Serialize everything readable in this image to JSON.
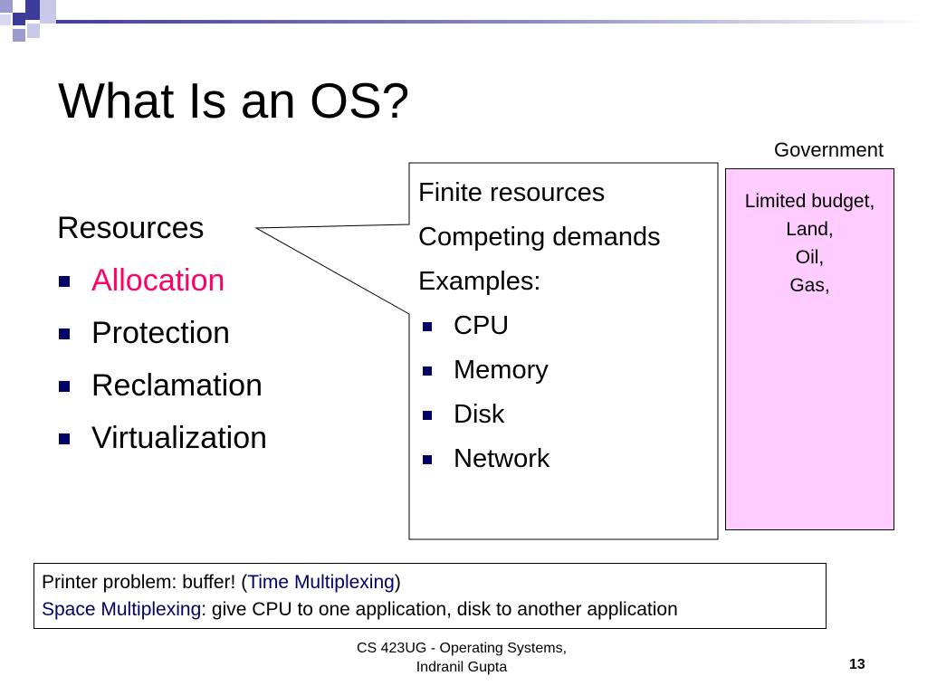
{
  "slide": {
    "title": "What Is an OS?",
    "left": {
      "heading": "Resources",
      "items": [
        {
          "label": "Allocation"
        },
        {
          "label": "Protection"
        },
        {
          "label": "Reclamation"
        },
        {
          "label": "Virtualization"
        }
      ]
    },
    "callout": {
      "lines": [
        "Finite resources",
        "Competing demands",
        "Examples:"
      ],
      "items": [
        "CPU",
        "Memory",
        "Disk",
        "Network"
      ]
    },
    "government": {
      "label": "Government",
      "lines": [
        "Limited budget,",
        "Land,",
        "Oil,",
        "Gas,"
      ]
    },
    "note": {
      "line1_prefix": "Printer problem: buffer! (",
      "line1_link": "Time Multiplexing",
      "line1_suffix": ")",
      "line2_link": "Space Multiplexing",
      "line2_rest": ": give CPU to one application, disk to another application"
    },
    "footer": {
      "line1": "CS 423UG - Operating Systems,",
      "line2": "Indranil Gupta",
      "page": "13"
    },
    "colors": {
      "highlight": "#ff0066",
      "accent_blue": "#000066",
      "gov_fill": "#ffccff"
    }
  }
}
